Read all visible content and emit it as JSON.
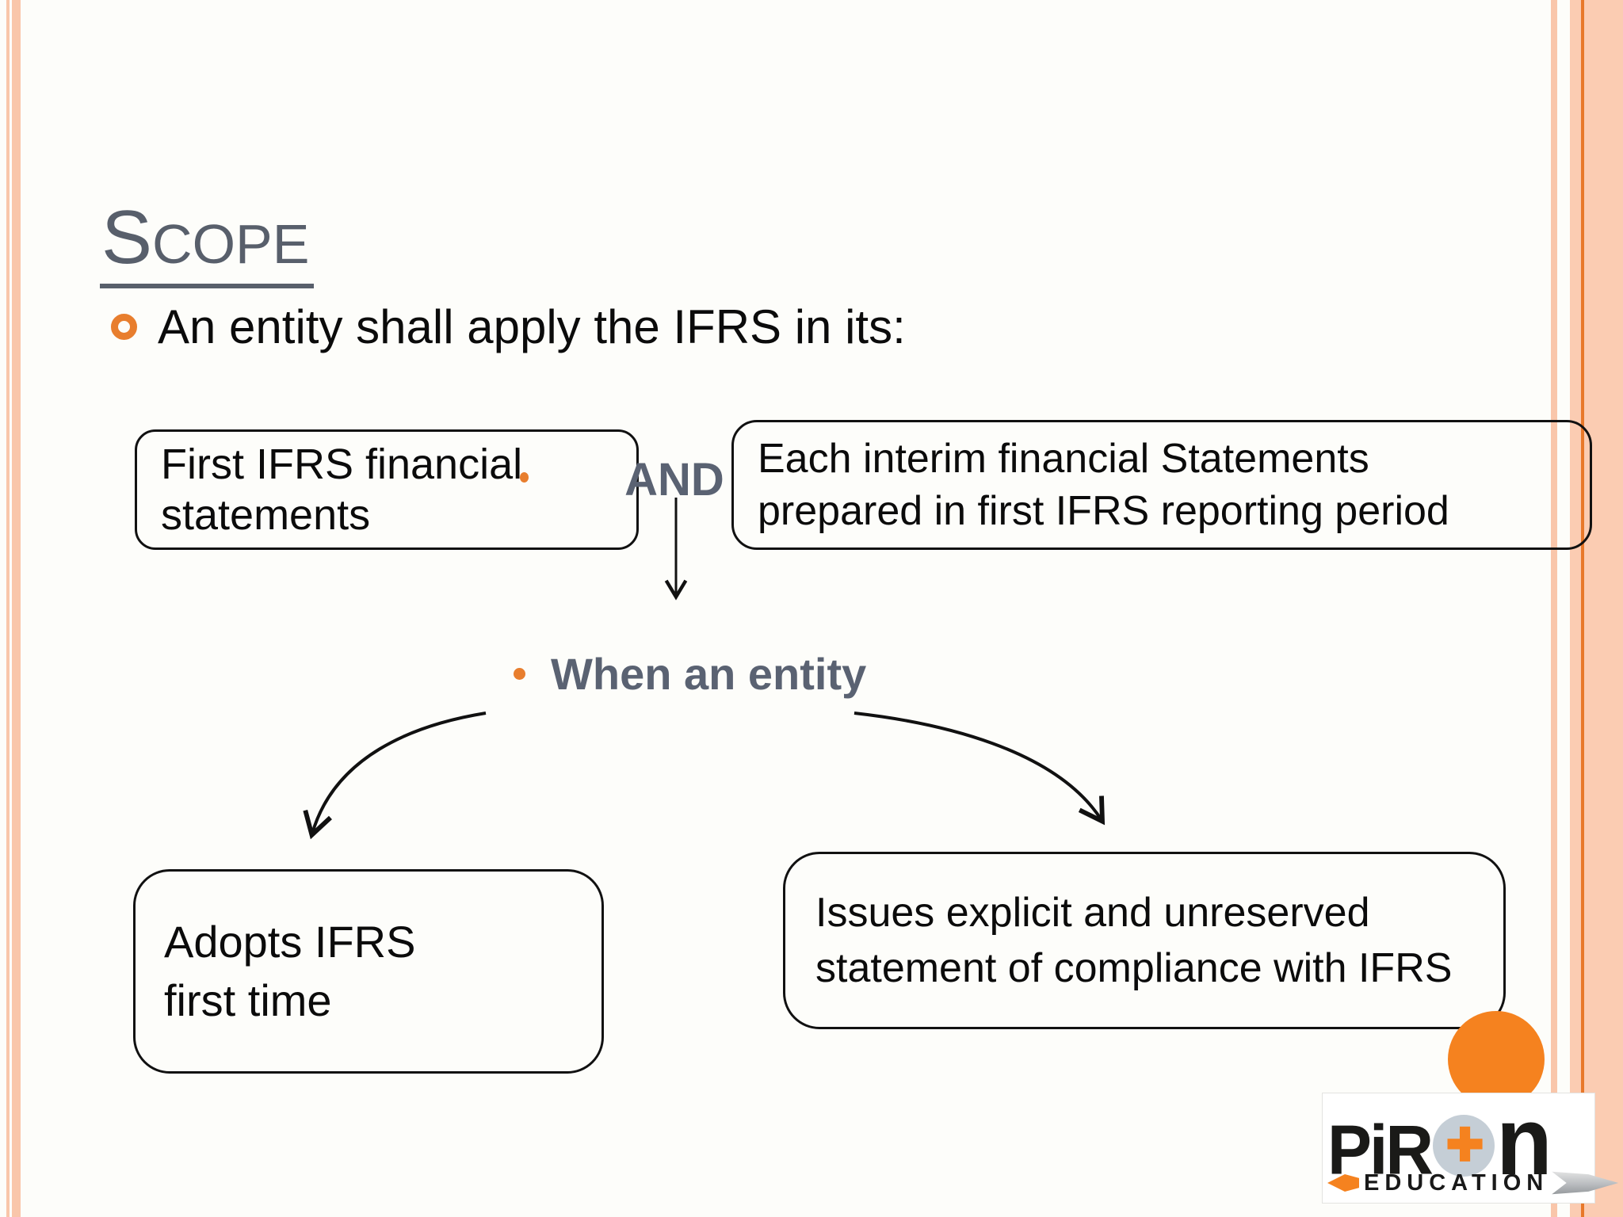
{
  "slide": {
    "title": {
      "initial": "S",
      "rest": "COPE"
    },
    "intro_bullet": {
      "text": "An entity shall apply the IFRS in its:"
    },
    "top_flow": {
      "first_box": {
        "line1": "First IFRS financial",
        "line2": "statements"
      },
      "connector": "AND",
      "interim_box": {
        "line1": "Each interim financial Statements",
        "line2": "prepared in first IFRS reporting period"
      }
    },
    "when_label": "When an entity",
    "outcomes": {
      "adopts_box": {
        "line1": "Adopts IFRS",
        "line2": "first time"
      },
      "issues_box": {
        "line1": "Issues explicit and unreserved",
        "line2": "statement of compliance with IFRS"
      }
    }
  },
  "logo": {
    "brand_left": "PiR",
    "brand_right": "n",
    "compass_glyph": "✚",
    "tagline": "EDUCATION"
  },
  "colors": {
    "accent_orange": "#e87e2e",
    "stripe_salmon": "#f9c6aa",
    "stripe_dark_line": "#e8782a",
    "title_gray": "#585f6b",
    "connector_gray": "#5a6272",
    "logo_orange": "#f5821f",
    "logo_circle_gray": "#c5ced6"
  }
}
